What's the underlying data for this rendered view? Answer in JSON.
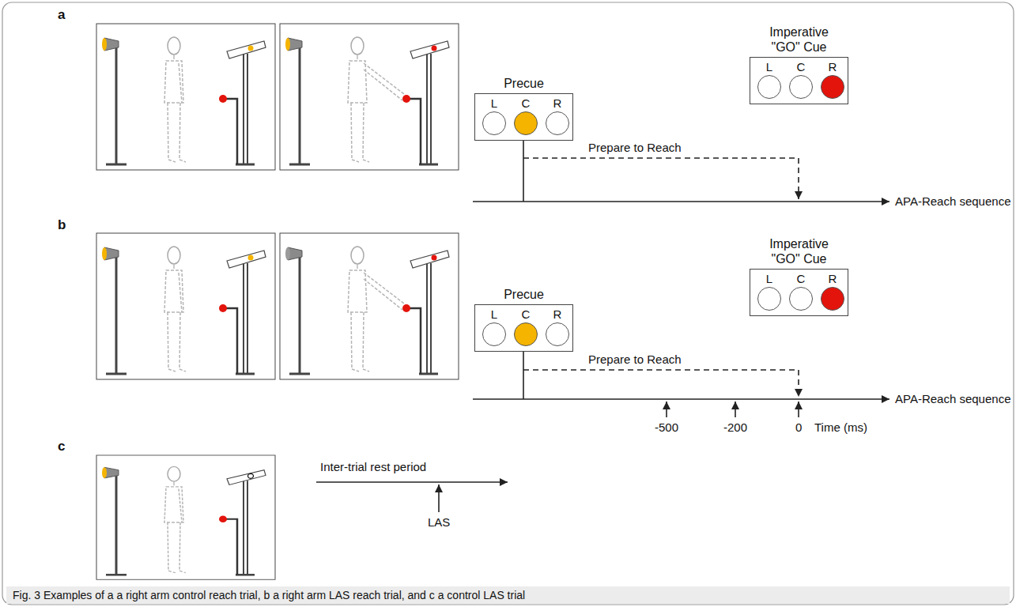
{
  "diagram": {
    "caption": "Fig. 3 Examples of a a right arm control reach trial, b a right arm LAS reach trial, and c a control LAS trial",
    "nodes": [
      {
        "text": [
          "Precue"
        ]
      },
      {
        "text": [
          "L"
        ],
        "in": 0
      },
      {
        "text": [
          "C"
        ],
        "in": 0
      },
      {
        "text": [
          "R"
        ],
        "in": 0
      },
      {
        "text": [
          "Imperative \"GO\" Cue"
        ]
      },
      {
        "text": [
          "L"
        ],
        "in": 4
      },
      {
        "text": [
          "C"
        ],
        "in": 4
      },
      {
        "text": [
          "R"
        ],
        "in": 4
      },
      {
        "text": [
          "Precue"
        ]
      },
      {
        "text": [
          "L"
        ],
        "in": 8
      },
      {
        "text": [
          "C"
        ],
        "in": 8
      },
      {
        "text": [
          "R"
        ],
        "in": 8
      },
      {
        "text": [
          "Imperative \"GO\" Cue"
        ]
      },
      {
        "text": [
          "L"
        ],
        "in": 12
      },
      {
        "text": [
          "C"
        ],
        "in": 12
      },
      {
        "text": [
          "R"
        ],
        "in": 12
      }
    ],
    "labels": [
      "a",
      "APA-Reach sequence",
      "Prepare to Reach",
      "b",
      "Prepare to Reach",
      "APA-Reach sequence",
      "-500",
      "-200",
      "0",
      "Time (ms)",
      "c",
      "Inter-trial rest period",
      "LAS"
    ]
  }
}
